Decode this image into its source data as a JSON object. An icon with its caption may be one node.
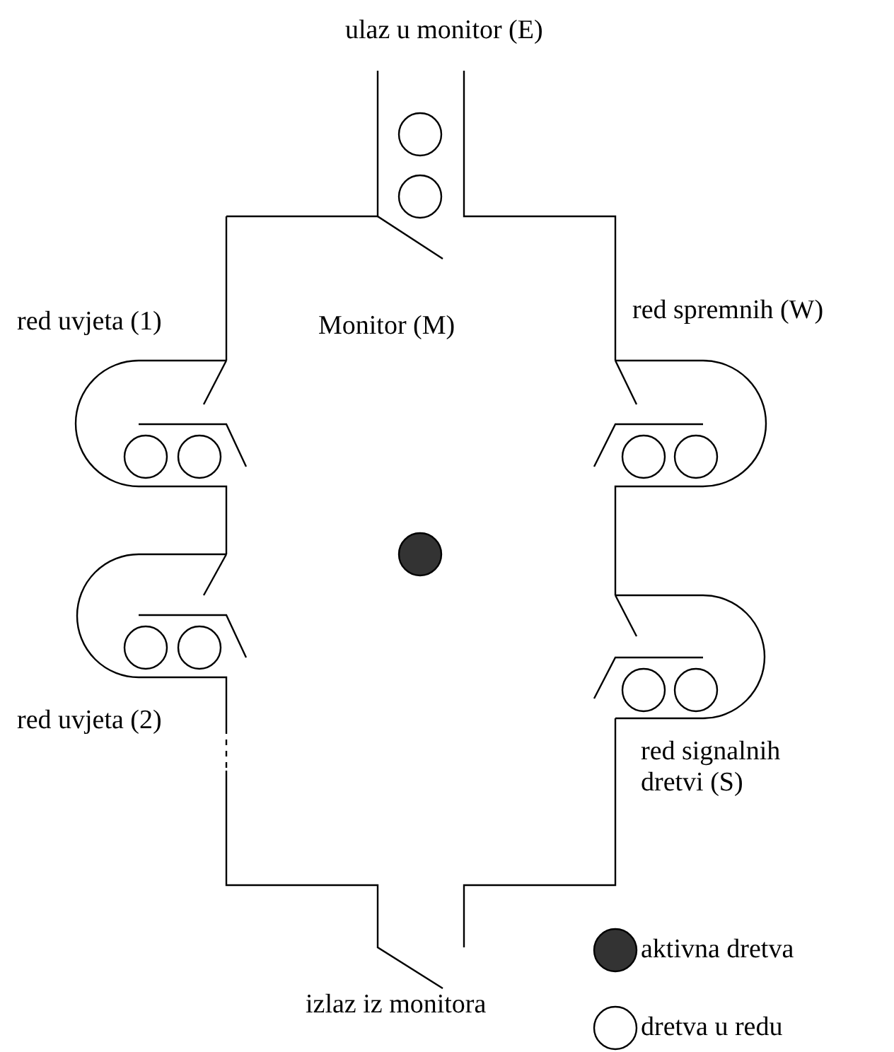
{
  "diagram": {
    "labels": [
      "ulaz u monitor (E)",
      "red uvjeta (1)",
      "Monitor (M)",
      "red spremnih (W)",
      "red uvjeta (2)",
      "red signalnih dretvi (S)",
      "izlaz iz monitora"
    ],
    "legend": [
      {
        "text": "aktivna dretva",
        "color": "#333333"
      },
      {
        "text": "dretva u redu"
      }
    ]
  }
}
